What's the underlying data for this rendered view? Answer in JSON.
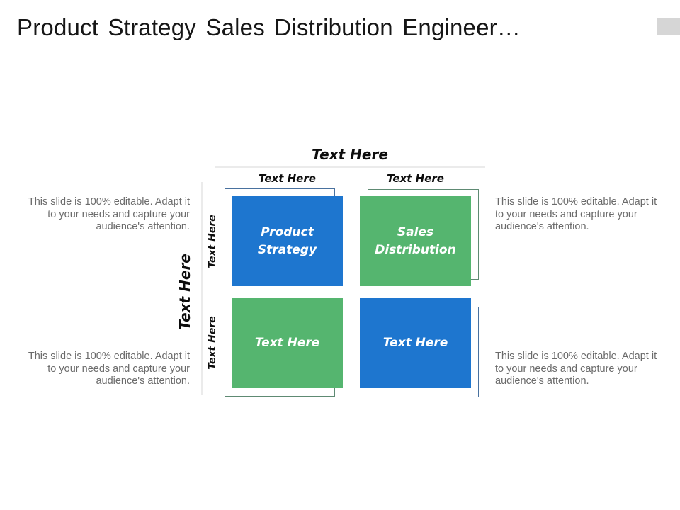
{
  "colors": {
    "quadrant_blue": "#1e76cf",
    "quadrant_green": "#55b56f",
    "outline_blue": "#49719f",
    "outline_green": "#5e8a73",
    "axis_line": "#ebebeb",
    "caption_text": "#6b6b6b",
    "label_text": "#0d0d0d",
    "scroll_thumb": "#d6d6d6"
  },
  "header": {
    "title": "Product Strategy Sales Distribution Engineer…"
  },
  "matrix": {
    "x_axis_title": "Text Here",
    "y_axis_title": "Text Here",
    "column_labels": [
      "Text Here",
      "Text Here"
    ],
    "row_labels": [
      "Text Here",
      "Text Here"
    ],
    "quadrants": [
      {
        "position": "top-left",
        "label": "Product Strategy",
        "color": "blue"
      },
      {
        "position": "top-right",
        "label": "Sales Distribution",
        "color": "green"
      },
      {
        "position": "bottom-left",
        "label": "Text Here",
        "color": "green"
      },
      {
        "position": "bottom-right",
        "label": "Text Here",
        "color": "blue"
      }
    ]
  },
  "captions": {
    "text": "This slide is 100% editable. Adapt it to your needs and capture your audience's attention."
  }
}
